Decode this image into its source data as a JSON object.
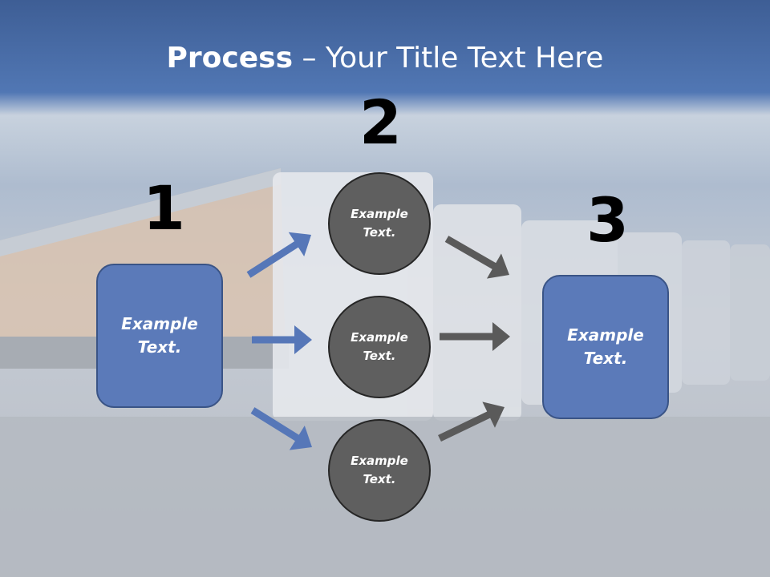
{
  "slide": {
    "title_bold": "Process",
    "title_rest": " – Your Title Text Here"
  },
  "steps": {
    "one": "1",
    "two": "2",
    "three": "3"
  },
  "boxes": {
    "left": "Example\nText.",
    "right": "Example\nText."
  },
  "circles": [
    "Example\nText.",
    "Example\nText.",
    "Example\nText."
  ],
  "colors": {
    "blue_box": "#5b7ab9",
    "gray_circle": "#5f5f5f",
    "blue_arrow": "#5677b8",
    "gray_arrow": "#5a5a5a"
  }
}
